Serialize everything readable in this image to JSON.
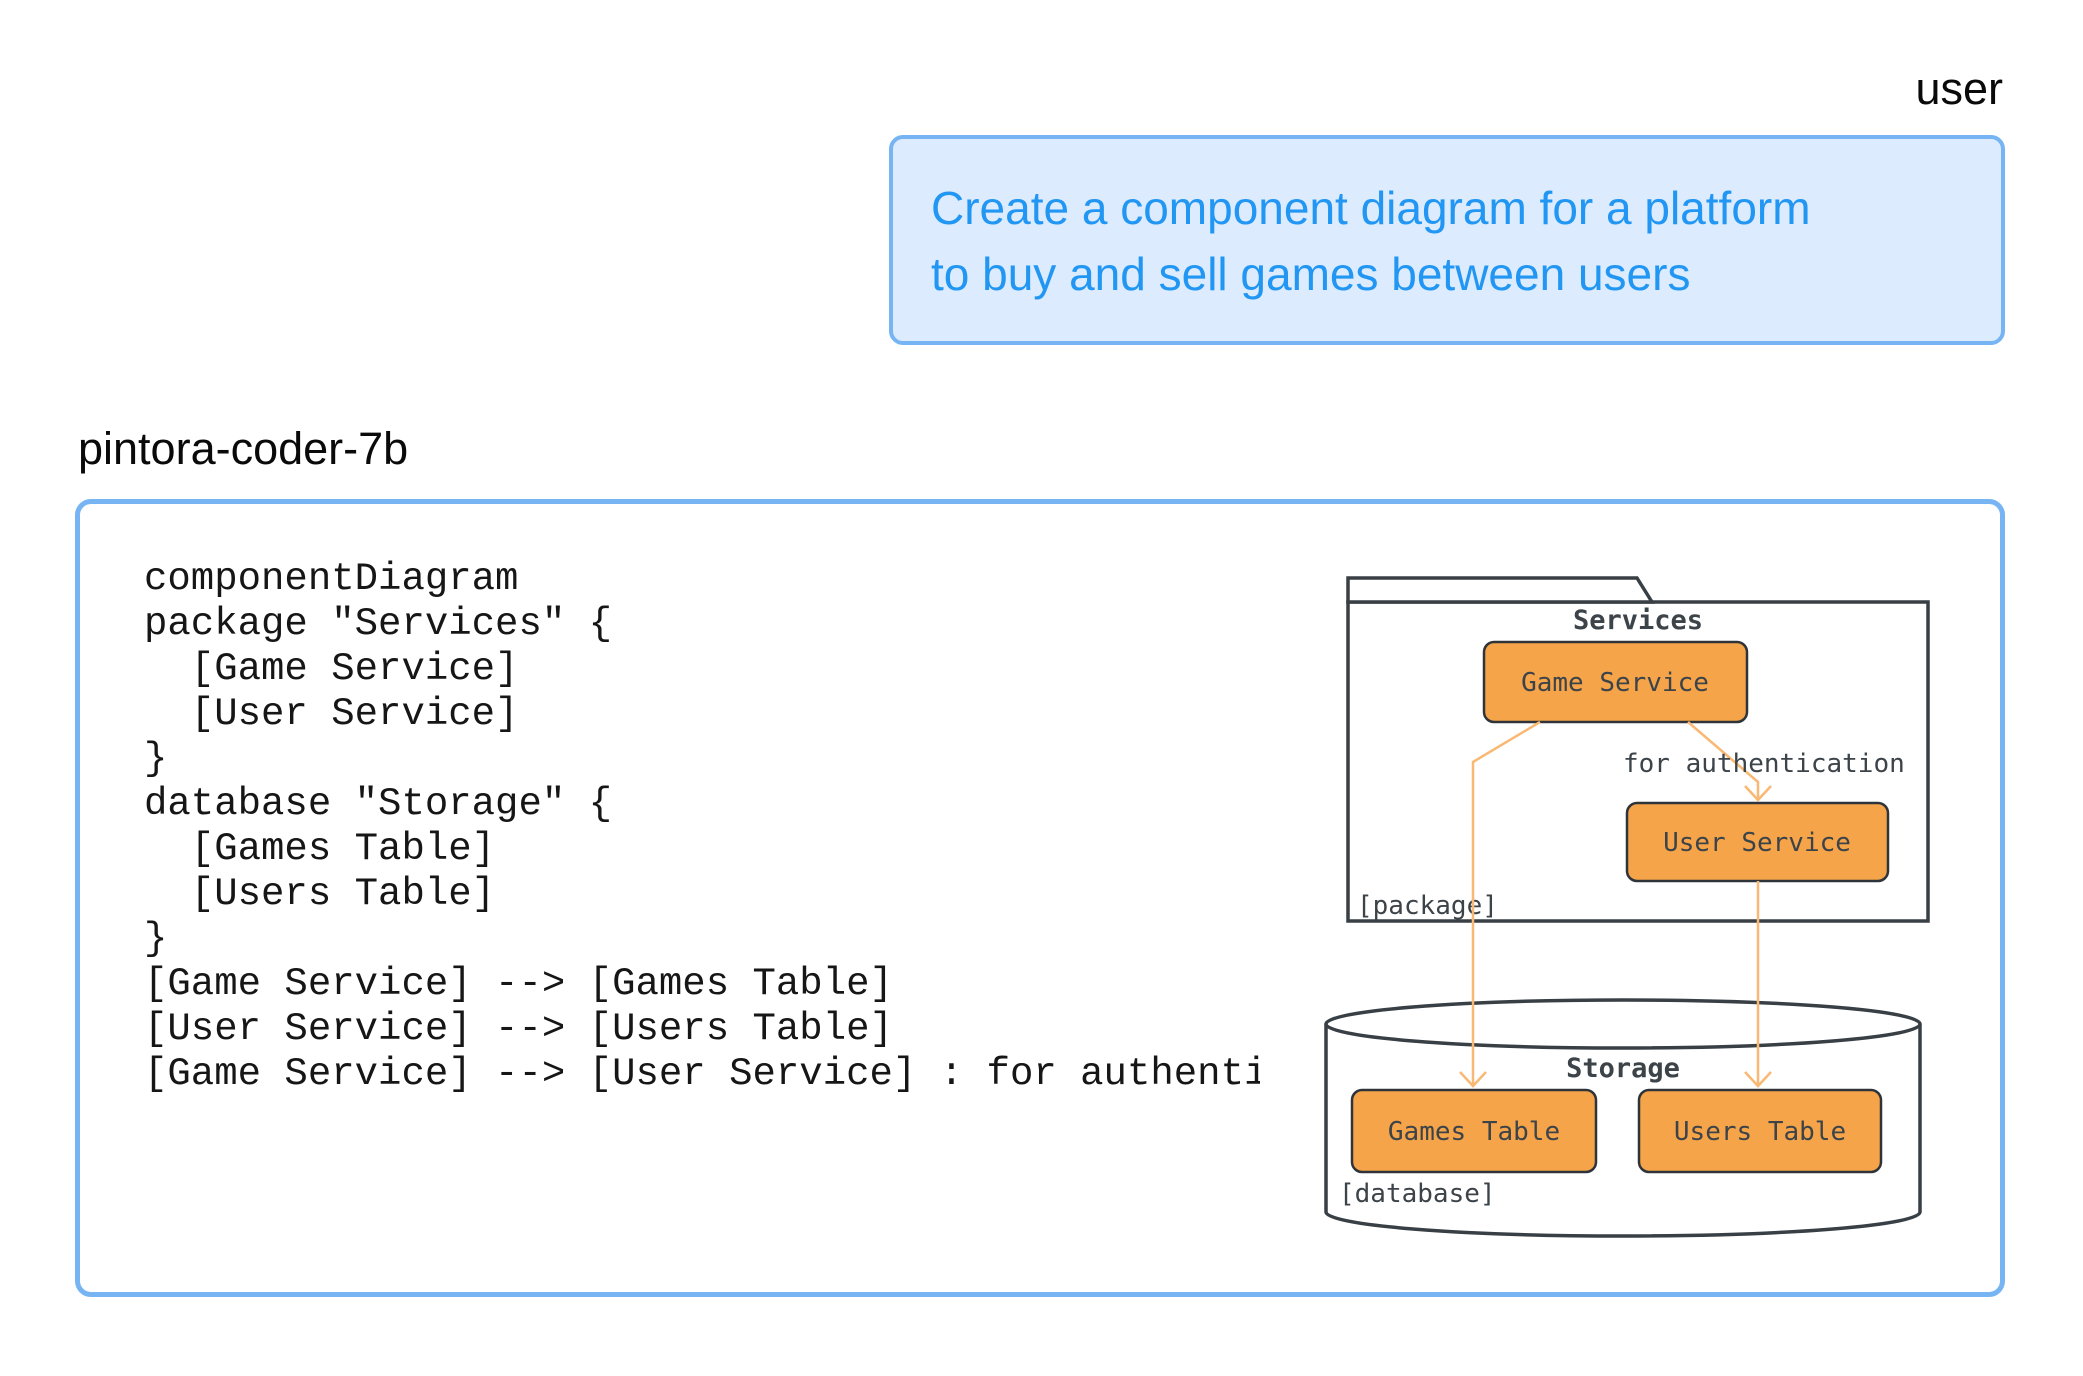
{
  "chat": {
    "user": {
      "label": "user",
      "message": "Create a component diagram for a platform\nto buy and sell games between users"
    },
    "model": {
      "label": "pintora-coder-7b",
      "code": "componentDiagram\npackage \"Services\" {\n  [Game Service]\n  [User Service]\n}\ndatabase \"Storage\" {\n  [Games Table]\n  [Users Table]\n}\n[Game Service] --> [Games Table]\n[User Service] --> [Users Table]\n[Game Service] --> [User Service] : for authentication"
    }
  },
  "diagram": {
    "package": {
      "title": "Services",
      "type_label": "[package]",
      "components": [
        {
          "label": "Game Service"
        },
        {
          "label": "User Service"
        }
      ]
    },
    "database": {
      "title": "Storage",
      "type_label": "[database]",
      "components": [
        {
          "label": "Games Table"
        },
        {
          "label": "Users Table"
        }
      ]
    },
    "edges": [
      {
        "from": "Game Service",
        "to": "Games Table",
        "label": ""
      },
      {
        "from": "User Service",
        "to": "Users Table",
        "label": ""
      },
      {
        "from": "Game Service",
        "to": "User Service",
        "label": "for authentication"
      }
    ]
  },
  "colors": {
    "bubble_background": "#dcebfd",
    "bubble_border": "#77b4f4",
    "bubble_text": "#2196f3",
    "output_box_border": "#77b4f4",
    "node_fill": "#f5a449",
    "node_border": "#2e3439",
    "arrow": "#f9b873",
    "diagram_stroke": "#383f45",
    "diagram_text": "#3c4349",
    "code_text": "#161616"
  }
}
